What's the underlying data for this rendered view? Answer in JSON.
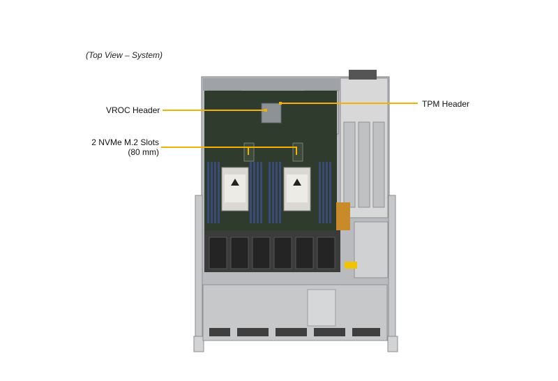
{
  "caption": "(Top View – System)",
  "labels": {
    "vroc": "VROC Header",
    "nvme_line1": "2 NVMe M.2 Slots",
    "nvme_line2": "(80 mm)",
    "tpm": "TPM Header"
  },
  "colors": {
    "leader": "#f2b200",
    "chassis_metal": "#c9cacc",
    "board": "#2f3b2c",
    "fan": "#2a2a2a",
    "psu": "#d8d8d8"
  },
  "icons": {
    "warning": "warning-triangle-icon"
  }
}
